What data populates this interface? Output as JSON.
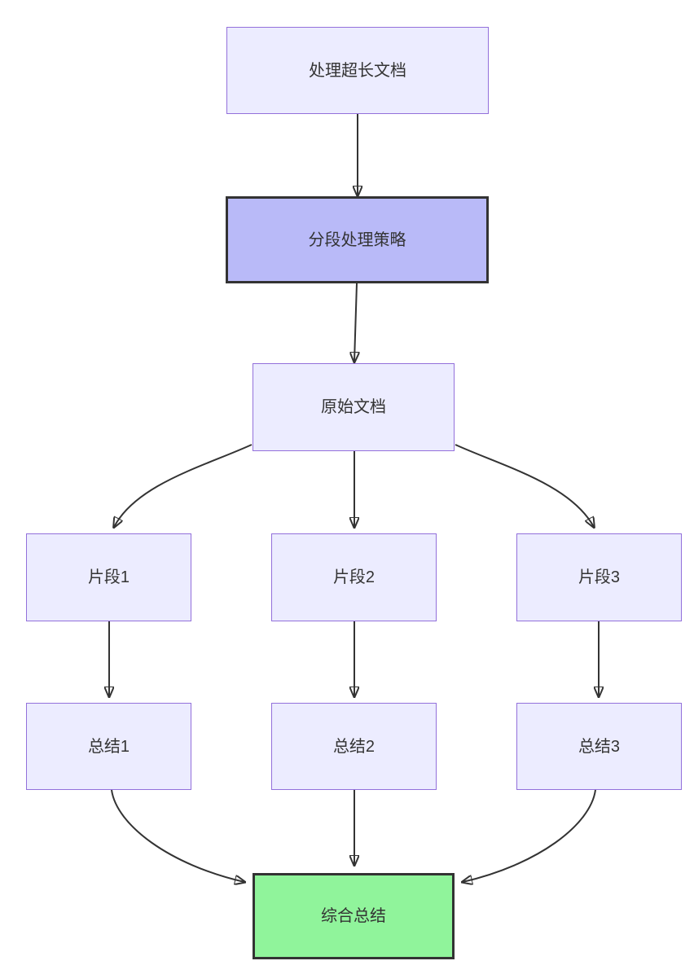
{
  "diagram": {
    "type": "flowchart",
    "direction": "top-down",
    "nodes": [
      {
        "id": "A",
        "label": "处理超长文档",
        "style": "lavender"
      },
      {
        "id": "B",
        "label": "分段处理策略",
        "style": "accent"
      },
      {
        "id": "C",
        "label": "原始文档",
        "style": "lavender"
      },
      {
        "id": "D1",
        "label": "片段1",
        "style": "lavender"
      },
      {
        "id": "D2",
        "label": "片段2",
        "style": "lavender"
      },
      {
        "id": "D3",
        "label": "片段3",
        "style": "lavender"
      },
      {
        "id": "E1",
        "label": "总结1",
        "style": "lavender"
      },
      {
        "id": "E2",
        "label": "总结2",
        "style": "lavender"
      },
      {
        "id": "E3",
        "label": "总结3",
        "style": "lavender"
      },
      {
        "id": "F",
        "label": "综合总结",
        "style": "green"
      }
    ],
    "edges": [
      {
        "from": "A",
        "to": "B"
      },
      {
        "from": "B",
        "to": "C"
      },
      {
        "from": "C",
        "to": "D1"
      },
      {
        "from": "C",
        "to": "D2"
      },
      {
        "from": "C",
        "to": "D3"
      },
      {
        "from": "D1",
        "to": "E1"
      },
      {
        "from": "D2",
        "to": "E2"
      },
      {
        "from": "D3",
        "to": "E3"
      },
      {
        "from": "E1",
        "to": "F"
      },
      {
        "from": "E2",
        "to": "F"
      },
      {
        "from": "E3",
        "to": "F"
      }
    ],
    "colors": {
      "background": "#FFFFFF",
      "node_fill": "#ECECFF",
      "node_border": "#9370DB",
      "accent_fill": "#B9BAF8",
      "accent_border": "#333333",
      "green_fill": "#90F49B",
      "green_border": "#333333",
      "edge_stroke": "#333333",
      "text": "#333333"
    }
  }
}
